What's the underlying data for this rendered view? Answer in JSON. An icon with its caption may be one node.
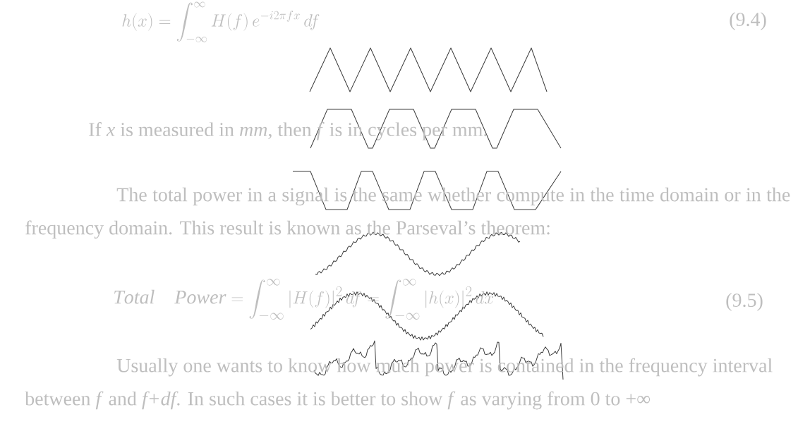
{
  "diagram": {
    "labels": [
      "h(x)=\\int_{-\\infty}^{\\infty} H(f)\\,e^{-i2\\pi f x}\\,df",
      "(9.4)",
      "If *x* is measured in *mm*, then *f* is in cycles per mm.",
      "The total power in a signal is the same whether compute in the time domain or in the frequency domain. This result is known as the Parseval’s theorem:",
      "\\mathit{Total}\\quad \\mathit{Power}=\\int_{-\\infty}^{\\infty}\\left|H(f)\\right|^{2}df=\\int_{-\\infty}^{\\infty}\\left|h(x)\\right|^{2}dx",
      "(9.5)",
      "Usually one wants to know how much power is contained in the frequency interval between *f* and *f+df*. In such cases it is better to show *f* as varying from 0 to +∞"
    ]
  }
}
